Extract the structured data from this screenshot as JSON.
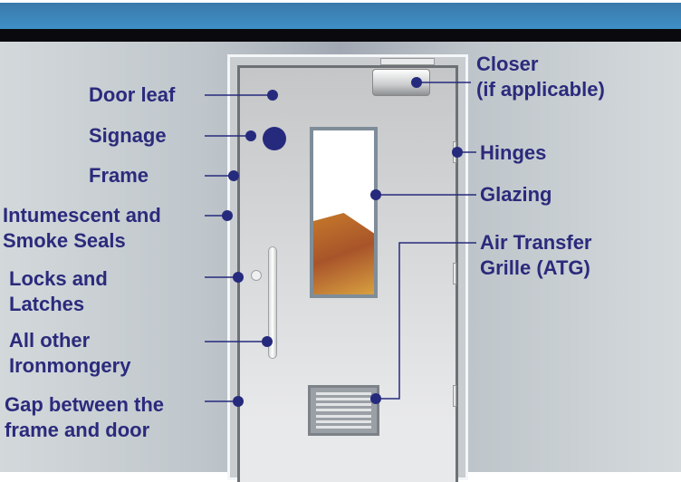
{
  "labels": {
    "door_leaf": "Door leaf",
    "signage": "Signage",
    "frame": "Frame",
    "seals_1": "Intumescent and",
    "seals_2": "Smoke Seals",
    "locks_1": "Locks and",
    "locks_2": "Latches",
    "iron_1": "All other",
    "iron_2": "Ironmongery",
    "gap_1": "Gap between the",
    "gap_2": "frame and door",
    "closer_1": "Closer",
    "closer_2": "(if applicable)",
    "hinges": "Hinges",
    "glazing": "Glazing",
    "atg_1": "Air Transfer",
    "atg_2": "Grille (ATG)"
  },
  "colors": {
    "label": "#2b2a7c",
    "marker": "#262a7d",
    "header": "#3e8fc6"
  }
}
